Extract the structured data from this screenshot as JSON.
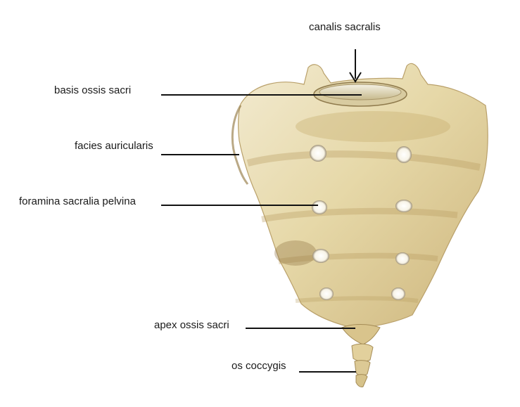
{
  "labels": {
    "canalis": "canalis sacralis",
    "basis": "basis ossis sacri",
    "facies": "facies auricularis",
    "foramina": "foramina sacralia pelvina",
    "apex": "apex ossis sacri",
    "coccygis": "os coccygis"
  },
  "colors": {
    "bone_light": "#efe6c2",
    "bone_mid": "#d9c892",
    "bone_shadow": "#a8905a",
    "bone_dark": "#6e5a35",
    "leader": "#111111"
  }
}
